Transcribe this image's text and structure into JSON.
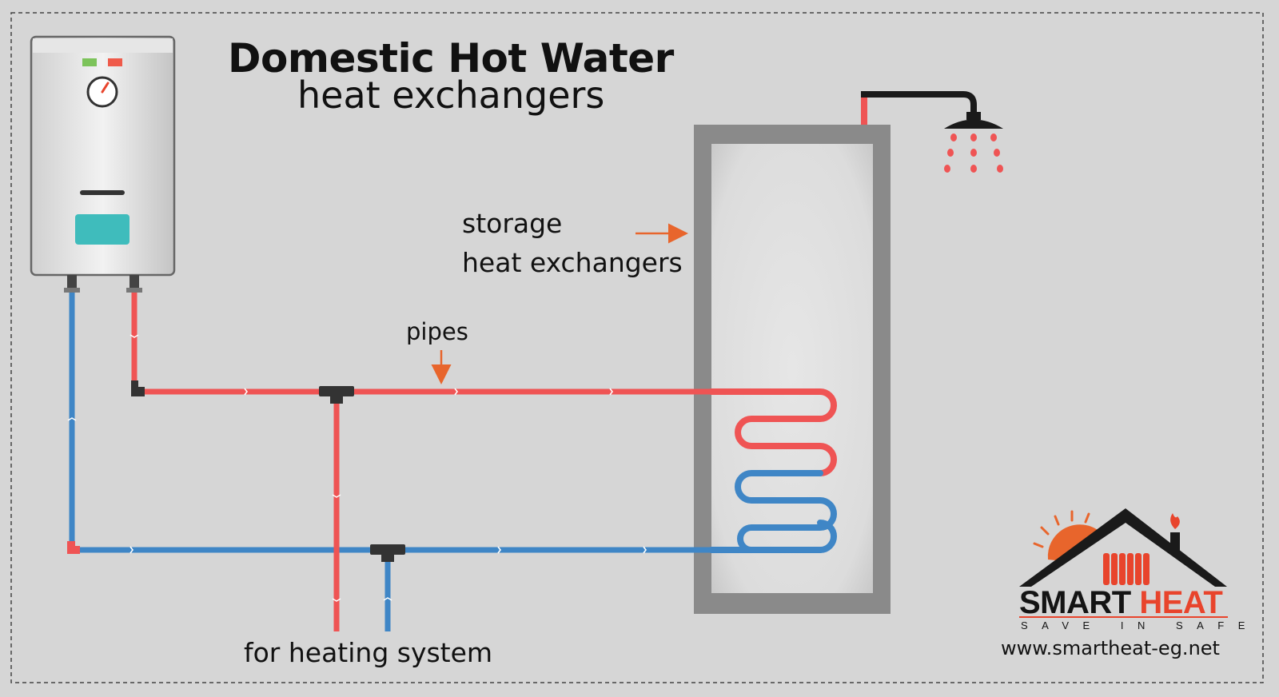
{
  "title": {
    "main": "Domestic Hot Water",
    "sub": "heat exchangers"
  },
  "labels": {
    "storage_line1": "storage",
    "storage_line2": "heat exchangers",
    "pipes": "pipes",
    "heating_system": "for heating system"
  },
  "brand": {
    "name_part1": "SMART",
    "name_part2": "HEAT",
    "tagline": "SAVE IN SAFE",
    "url": "www.smartheat-eg.net"
  },
  "colors": {
    "background": "#d6d6d6",
    "hot_pipe": "#ef5454",
    "cold_pipe": "#3f86c6",
    "tank_wall": "#8a8a8a",
    "accent_arrow": "#e8652c",
    "display_teal": "#3fbcbc"
  },
  "icons": [
    "boiler-icon",
    "shower-head-icon",
    "smart-heat-logo"
  ]
}
